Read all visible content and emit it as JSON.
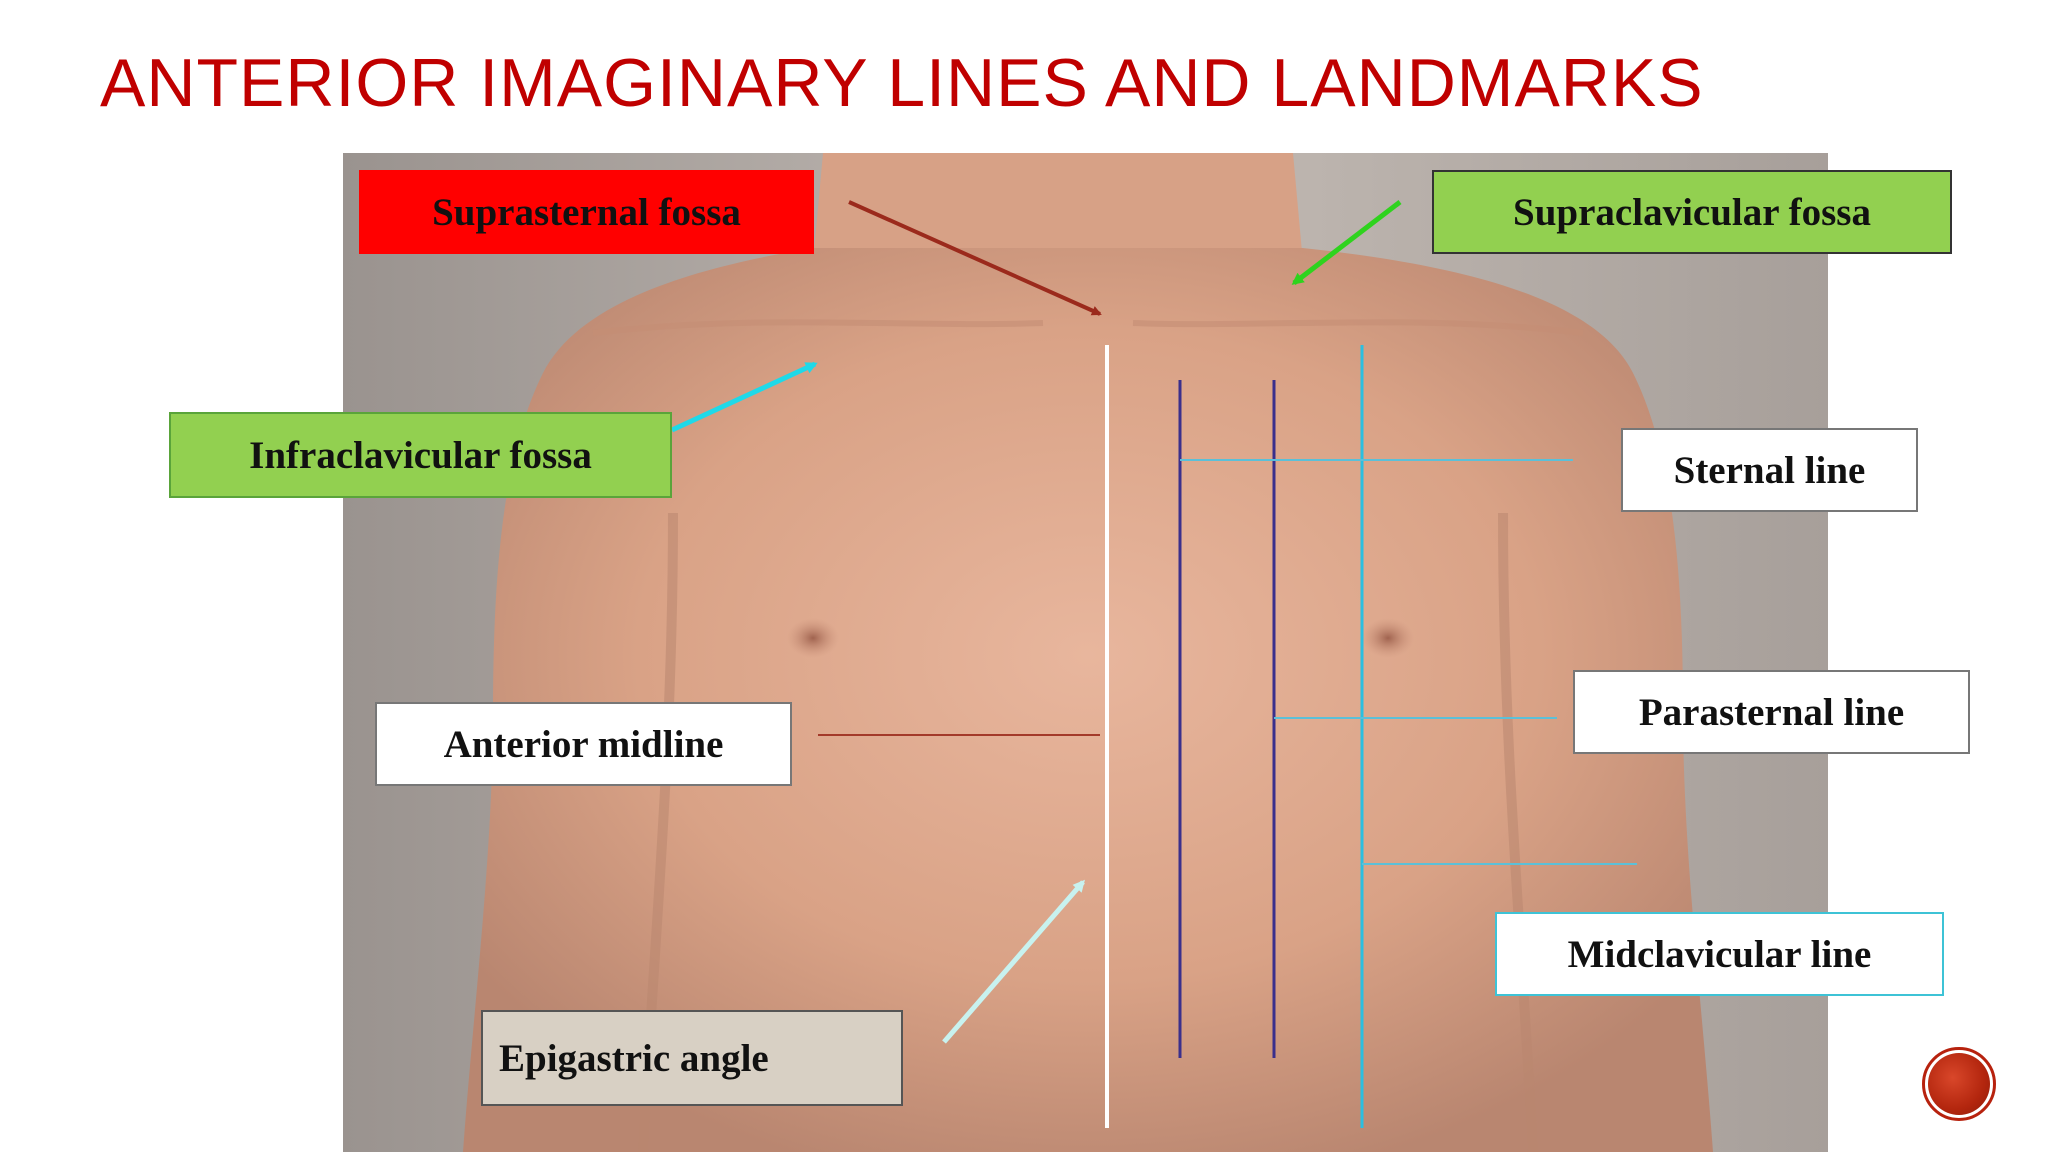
{
  "slide": {
    "title": "ANTERIOR IMAGINARY LINES AND LANDMARKS"
  },
  "labels": {
    "suprasternal_fossa": "Suprasternal fossa",
    "supraclavicular_fossa": "Supraclavicular fossa",
    "infraclavicular_fossa": "Infraclavicular fossa",
    "sternal_line": "Sternal line",
    "parasternal_line": "Parasternal line",
    "anterior_midline": "Anterior midline",
    "midclavicular_line": "Midclavicular line",
    "epigastric_angle": "Epigastric angle"
  },
  "colors": {
    "title": "#c00000",
    "suprasternal_label_bg": "#ff0000",
    "fossa_label_bg": "#92d050",
    "epigastric_label_bg": "#d8d0c4",
    "suprasternal_arrow": "#9b2a1c",
    "supraclavicular_arrow": "#2fd31e",
    "infraclavicular_arrow": "#1fd9e8",
    "epigastric_arrow": "#c8f2ef",
    "midline": "#ffffff",
    "sternal_parasternal_lines": "#3a2f8c",
    "midclavicular_line": "#2bbfe0"
  },
  "icons": {
    "nav_button": "slide-navigation-icon"
  }
}
